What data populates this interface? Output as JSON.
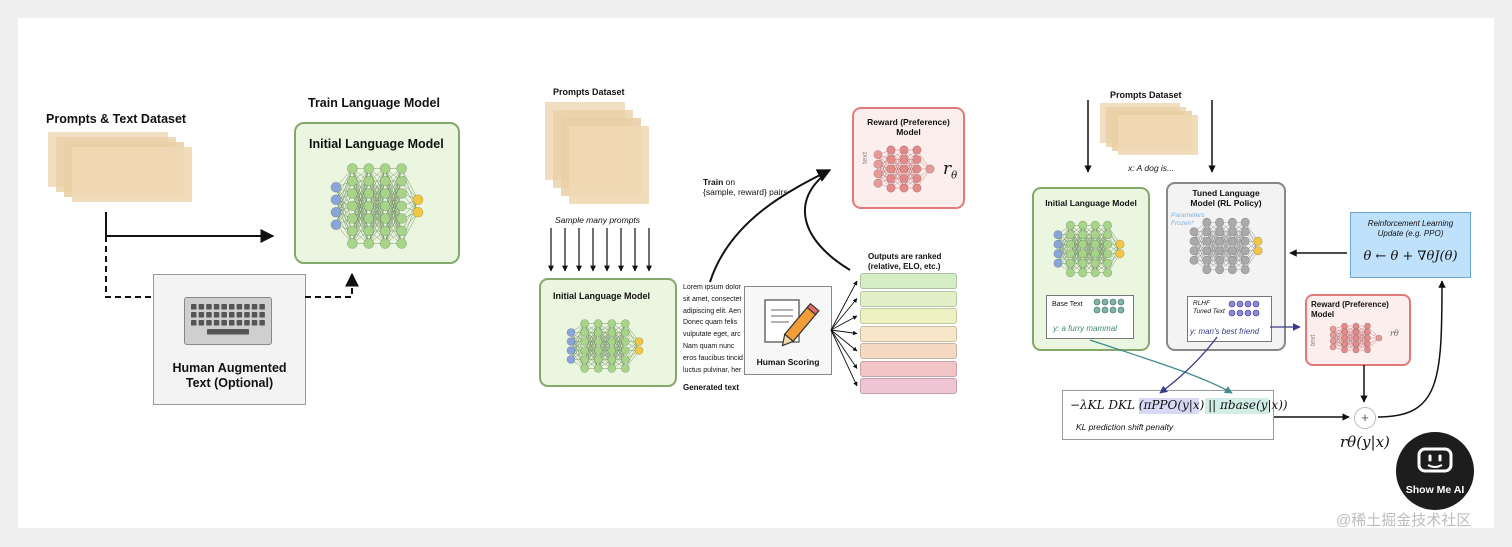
{
  "stage1": {
    "prompts_label": "Prompts & Text Dataset",
    "train_label": "Train Language Model",
    "model_label": "Initial Language Model",
    "human_text_label": "Human Augmented\nText (Optional)"
  },
  "stage2": {
    "prompts_label": "Prompts Dataset",
    "sample_label": "Sample many prompts",
    "model_label": "Initial Language Model",
    "lorem_lines": [
      "Lorem ipsum dolor",
      "sit amet, consectet",
      "adipiscing elit. Aen",
      "Donec quam felis",
      "vulputate eget, arc",
      "Nam quam nunc",
      "eros faucibus tincid",
      "luctus pulvinar, her"
    ],
    "generated_label": "Generated text",
    "human_scoring_label": "Human Scoring",
    "train_on_bold": "Train",
    "train_on_rest": " on",
    "train_on_line2": "{sample, reward} pairs",
    "outputs_label_1": "Outputs are ranked",
    "outputs_label_2": "(relative, ELO, etc.)",
    "reward_model_label": "Reward (Preference)\nModel",
    "text_side_label": "text",
    "r_theta": "r",
    "r_theta_sub": "θ",
    "rank_colors": [
      "#d4edc4",
      "#e2f0c8",
      "#edf2c2",
      "#f7e6c7",
      "#f6d9c2",
      "#f2c6c6",
      "#efc4d3"
    ]
  },
  "stage3": {
    "prompts_label": "Prompts Dataset",
    "x_label": "x: A dog is...",
    "initial_model_label": "Initial Language Model",
    "tuned_model_label": "Tuned Language\nModel (RL Policy)",
    "frozen_label": "Parameters\nFrozen*",
    "base_text_label": "Base Text",
    "base_y_label": "y: a furry mammal",
    "rlhf_label": "RLHF\nTuned Text",
    "rlhf_y_label": "y: man's best friend",
    "rl_update_label": "Reinforcement Learning\nUpdate (e.g. PPO)",
    "rl_update_formula": "θ ← θ + ∇θJ(θ)",
    "reward_model_label": "Reward (Preference)\nModel",
    "text_side_label": "text",
    "r_theta_small": "rθ",
    "kl_formula": "−λKL DKL (πPPO(y|x) || πbase(y|x))",
    "kl_caption": "KL prediction shift penalty",
    "plus_sign": "+",
    "r_theta_yx": "rθ(y|x)"
  },
  "watermark": {
    "badge_text": "Show Me AI",
    "site_text": "@稀土掘金技术社区"
  },
  "colors": {
    "model_green_border": "#83a86a",
    "model_green_fill": "#eaf6df",
    "reward_red_border": "#e27a7a",
    "reward_red_fill": "#fdeeee",
    "rl_blue_fill": "#bfe1fb",
    "rl_blue_border": "#6aa7d6",
    "dataset_tan": "#e9cfa5"
  }
}
